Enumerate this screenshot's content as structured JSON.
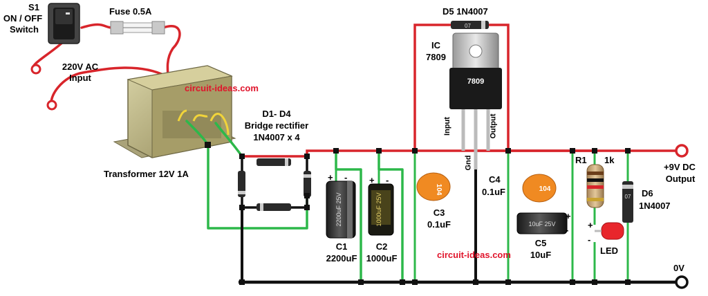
{
  "colors": {
    "positive_wire": "#d8252b",
    "ground_wire": "#111111",
    "ac_wire": "#2db84a",
    "watermark": "#e0142b",
    "transformer_body": "#b9b07a",
    "capacitor_ceramic": "#f08a22",
    "led": "#e8262c"
  },
  "labels": {
    "switch_name": "S1",
    "switch_desc_1": "ON / OFF",
    "switch_desc_2": "Switch",
    "fuse": "Fuse 0.5A",
    "ac_input_1": "220V AC",
    "ac_input_2": "Input",
    "transformer": "Transformer 12V 1A",
    "rectifier_1": "D1- D4",
    "rectifier_2": "Bridge rectifier",
    "rectifier_3": "1N4007 x 4",
    "d5": "D5 1N4007",
    "ic_1": "IC",
    "ic_2": "7809",
    "ic_marking": "7809",
    "pin_input": "Input",
    "pin_output": "Output",
    "pin_gnd": "Gnd",
    "c1_name": "C1",
    "c1_value": "2200uF",
    "c2_name": "C2",
    "c2_value": "1000uF",
    "c3_name": "C3",
    "c3_value": "0.1uF",
    "c4_name": "C4",
    "c4_value": "0.1uF",
    "c5_name": "C5",
    "c5_value": "10uF",
    "r1_name": "R1",
    "r1_value": "1k",
    "led": "LED",
    "d6_name": "D6",
    "d6_value": "1N4007",
    "output_1": "+9V DC",
    "output_2": "Output",
    "ground": "0V",
    "ceramic_code": "104",
    "plus": "+",
    "minus": "-",
    "c1_body_text": "2200uF 25V",
    "c2_body_text": "1000uF 25V",
    "c5_body_text": "10uF 25V",
    "diode_marking": "07"
  },
  "watermarks": [
    "circuit-ideas.com",
    "circuit-ideas.com"
  ],
  "icons": [
    "rocker-switch-icon",
    "fuse-icon",
    "transformer-icon",
    "diode-icon",
    "regulator-icon",
    "electrolytic-capacitor-icon",
    "ceramic-capacitor-icon",
    "resistor-icon",
    "led-icon",
    "terminal-icon"
  ]
}
